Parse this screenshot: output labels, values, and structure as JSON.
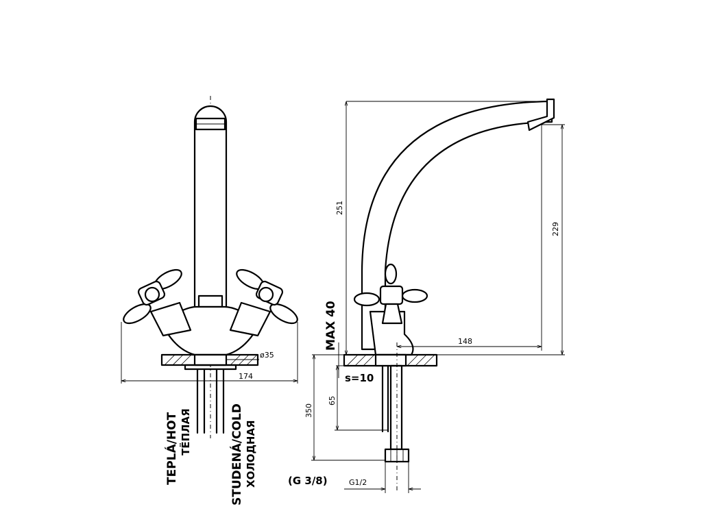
{
  "front_view": {
    "dim_diameter": "ø35",
    "dim_base_width": "174",
    "label_hot": "TEPLÁ/HOT",
    "label_hot_ru": "ТЁПЛАЯ",
    "label_cold": "STUDENÁ/COLD",
    "label_cold_ru": "ХОЛОДНАЯ"
  },
  "side_view": {
    "dim_total_height": "251",
    "dim_spout_height": "229",
    "dim_max_thickness": "MAX 40",
    "dim_spout_reach": "148",
    "dim_thread_length": "65",
    "dim_hose_length": "350",
    "label_wrench": "s=10",
    "label_connection": "(G 3/8)",
    "dim_inlet_thread": "G1/2"
  }
}
